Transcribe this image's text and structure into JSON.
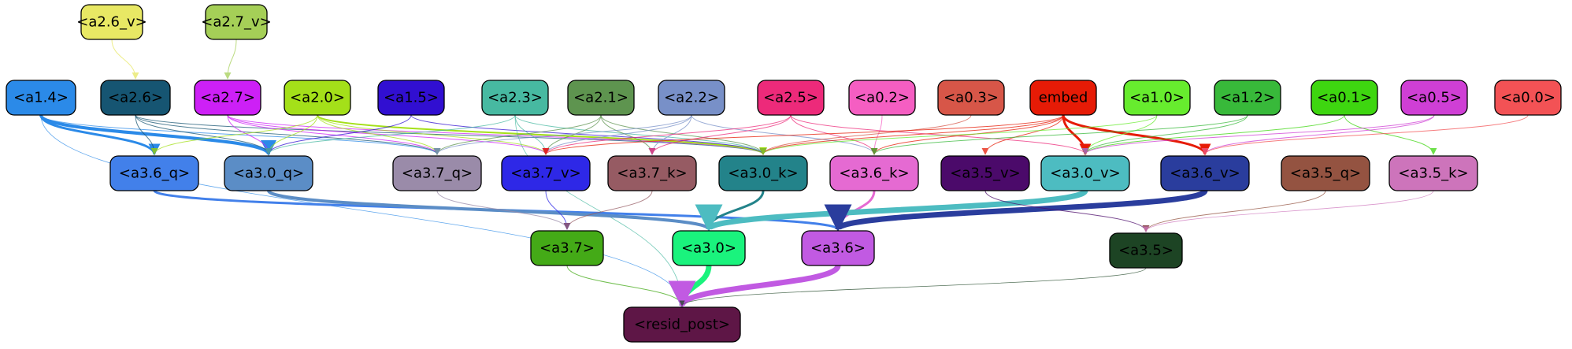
{
  "nodes": [
    {
      "id": "a2_6_v",
      "label": "<a2.6_v>",
      "color": "#e8e864",
      "text": "#000000"
    },
    {
      "id": "a2_7_v",
      "label": "<a2.7_v>",
      "color": "#a5cf57",
      "text": "#000000"
    },
    {
      "id": "a1_4",
      "label": "<a1.4>",
      "color": "#2b8ae8",
      "text": "#000000"
    },
    {
      "id": "a2_6",
      "label": "<a2.6>",
      "color": "#165572",
      "text": "#000000"
    },
    {
      "id": "a2_7",
      "label": "<a2.7>",
      "color": "#cd20f6",
      "text": "#000000"
    },
    {
      "id": "a2_0",
      "label": "<a2.0>",
      "color": "#a4e019",
      "text": "#000000"
    },
    {
      "id": "a1_5",
      "label": "<a1.5>",
      "color": "#310fd1",
      "text": "#000000"
    },
    {
      "id": "a2_3",
      "label": "<a2.3>",
      "color": "#47b9a1",
      "text": "#000000"
    },
    {
      "id": "a2_1",
      "label": "<a2.1>",
      "color": "#5e944f",
      "text": "#000000"
    },
    {
      "id": "a2_2",
      "label": "<a2.2>",
      "color": "#7890c8",
      "text": "#000000"
    },
    {
      "id": "a2_5",
      "label": "<a2.5>",
      "color": "#ed2a7a",
      "text": "#000000"
    },
    {
      "id": "a0_2",
      "label": "<a0.2>",
      "color": "#f55ec2",
      "text": "#000000"
    },
    {
      "id": "a0_3",
      "label": "<a0.3>",
      "color": "#d75648",
      "text": "#000000"
    },
    {
      "id": "embed",
      "label": "embed",
      "color": "#e61b06",
      "text": "#000000"
    },
    {
      "id": "a1_0",
      "label": "<a1.0>",
      "color": "#67ec2e",
      "text": "#000000"
    },
    {
      "id": "a1_2",
      "label": "<a1.2>",
      "color": "#38b93a",
      "text": "#000000"
    },
    {
      "id": "a0_1",
      "label": "<a0.1>",
      "color": "#3ed610",
      "text": "#000000"
    },
    {
      "id": "a0_5",
      "label": "<a0.5>",
      "color": "#cf3fd5",
      "text": "#000000"
    },
    {
      "id": "a0_0",
      "label": "<a0.0>",
      "color": "#f35255",
      "text": "#000000"
    },
    {
      "id": "a3_6_q",
      "label": "<a3.6_q>",
      "color": "#4280ea",
      "text": "#000000"
    },
    {
      "id": "a3_0_q",
      "label": "<a3.0_q>",
      "color": "#5b8dc6",
      "text": "#000000"
    },
    {
      "id": "a3_7_q",
      "label": "<a3.7_q>",
      "color": "#9a8ba9",
      "text": "#000000"
    },
    {
      "id": "a3_7_v",
      "label": "<a3.7_v>",
      "color": "#2e28e7",
      "text": "#000000"
    },
    {
      "id": "a3_7_k",
      "label": "<a3.7_k>",
      "color": "#965b63",
      "text": "#000000"
    },
    {
      "id": "a3_0_k",
      "label": "<a3.0_k>",
      "color": "#23838a",
      "text": "#000000"
    },
    {
      "id": "a3_6_k",
      "label": "<a3.6_k>",
      "color": "#e56ad2",
      "text": "#000000"
    },
    {
      "id": "a3_5_v",
      "label": "<a3.5_v>",
      "color": "#4b0a6a",
      "text": "#000000"
    },
    {
      "id": "a3_0_v",
      "label": "<a3.0_v>",
      "color": "#4dbcc1",
      "text": "#000000"
    },
    {
      "id": "a3_6_v",
      "label": "<a3.6_v>",
      "color": "#2a3d9d",
      "text": "#000000"
    },
    {
      "id": "a3_5_q",
      "label": "<a3.5_q>",
      "color": "#945341",
      "text": "#000000"
    },
    {
      "id": "a3_5_k",
      "label": "<a3.5_k>",
      "color": "#cd74bb",
      "text": "#000000"
    },
    {
      "id": "a3_7",
      "label": "<a3.7>",
      "color": "#44aa17",
      "text": "#000000"
    },
    {
      "id": "a3_0",
      "label": "<a3.0>",
      "color": "#1af37d",
      "text": "#000000"
    },
    {
      "id": "a3_6",
      "label": "<a3.6>",
      "color": "#c15ae2",
      "text": "#000000"
    },
    {
      "id": "a3_5",
      "label": "<a3.5>",
      "color": "#1d4424",
      "text": "#000000"
    },
    {
      "id": "resid_post",
      "label": "<resid_post>",
      "color": "#5e1646",
      "text": "#000000"
    }
  ],
  "edges": [
    {
      "from": "a2_6_v",
      "to": "a2_6",
      "color": "#e8e864",
      "weight": 1
    },
    {
      "from": "a2_7_v",
      "to": "a2_7",
      "color": "#a5cf57",
      "weight": 1
    },
    {
      "from": "a1_4",
      "to": "a3_6_q",
      "color": "#2b8ae8",
      "weight": 3
    },
    {
      "from": "a1_4",
      "to": "a3_0_q",
      "color": "#2b8ae8",
      "weight": 4
    },
    {
      "from": "a1_4",
      "to": "a3_7_q",
      "color": "#2b8ae8",
      "weight": 1
    },
    {
      "from": "a1_4",
      "to": "resid_post",
      "color": "#2b8ae8",
      "weight": 0.6
    },
    {
      "from": "a2_6",
      "to": "a3_6_q",
      "color": "#165572",
      "weight": 1
    },
    {
      "from": "a2_6",
      "to": "a3_0_q",
      "color": "#165572",
      "weight": 1
    },
    {
      "from": "a2_6",
      "to": "a3_7_q",
      "color": "#165572",
      "weight": 1
    },
    {
      "from": "a2_6",
      "to": "a3_0_k",
      "color": "#165572",
      "weight": 1
    },
    {
      "from": "a2_7",
      "to": "a3_0_q",
      "color": "#cd20f6",
      "weight": 1
    },
    {
      "from": "a2_7",
      "to": "a3_7_q",
      "color": "#cd20f6",
      "weight": 1
    },
    {
      "from": "a2_7",
      "to": "a3_7_v",
      "color": "#cd20f6",
      "weight": 1
    },
    {
      "from": "a2_7",
      "to": "a3_0_k",
      "color": "#cd20f6",
      "weight": 1
    },
    {
      "from": "a2_0",
      "to": "a3_6_q",
      "color": "#a4e019",
      "weight": 1
    },
    {
      "from": "a2_0",
      "to": "a3_0_q",
      "color": "#a4e019",
      "weight": 1
    },
    {
      "from": "a2_0",
      "to": "a3_7_q",
      "color": "#a4e019",
      "weight": 1
    },
    {
      "from": "a2_0",
      "to": "a3_7_v",
      "color": "#a4e019",
      "weight": 1
    },
    {
      "from": "a2_0",
      "to": "a3_0_k",
      "color": "#a4e019",
      "weight": 2
    },
    {
      "from": "a1_5",
      "to": "a3_0_q",
      "color": "#310fd1",
      "weight": 1
    },
    {
      "from": "a1_5",
      "to": "a3_0_k",
      "color": "#310fd1",
      "weight": 1
    },
    {
      "from": "a2_3",
      "to": "a3_0_q",
      "color": "#47b9a1",
      "weight": 1
    },
    {
      "from": "a2_3",
      "to": "a3_7_v",
      "color": "#47b9a1",
      "weight": 1
    },
    {
      "from": "a2_3",
      "to": "a3_0_k",
      "color": "#47b9a1",
      "weight": 1
    },
    {
      "from": "a2_3",
      "to": "resid_post",
      "color": "#47b9a1",
      "weight": 0.6
    },
    {
      "from": "a2_1",
      "to": "a3_7_q",
      "color": "#5e944f",
      "weight": 1
    },
    {
      "from": "a2_1",
      "to": "a3_7_v",
      "color": "#5e944f",
      "weight": 1
    },
    {
      "from": "a2_1",
      "to": "a3_7_k",
      "color": "#5e944f",
      "weight": 1
    },
    {
      "from": "a2_1",
      "to": "a3_0_k",
      "color": "#5e944f",
      "weight": 1
    },
    {
      "from": "a2_2",
      "to": "a3_7_q",
      "color": "#7890c8",
      "weight": 1
    },
    {
      "from": "a2_2",
      "to": "a3_7_v",
      "color": "#7890c8",
      "weight": 1
    },
    {
      "from": "a2_2",
      "to": "a3_7_k",
      "color": "#7890c8",
      "weight": 1
    },
    {
      "from": "a2_2",
      "to": "a3_6_k",
      "color": "#7890c8",
      "weight": 1
    },
    {
      "from": "a2_5",
      "to": "a3_7_v",
      "color": "#ed2a7a",
      "weight": 1
    },
    {
      "from": "a2_5",
      "to": "a3_7_k",
      "color": "#ed2a7a",
      "weight": 1
    },
    {
      "from": "a2_5",
      "to": "a3_6_k",
      "color": "#ed2a7a",
      "weight": 1
    },
    {
      "from": "a2_5",
      "to": "a3_0_v",
      "color": "#ed2a7a",
      "weight": 1
    },
    {
      "from": "a0_2",
      "to": "a3_6_k",
      "color": "#f55ec2",
      "weight": 1
    },
    {
      "from": "a0_3",
      "to": "a3_0_k",
      "color": "#d75648",
      "weight": 1
    },
    {
      "from": "embed",
      "to": "a3_7_v",
      "color": "#e61b06",
      "weight": 1
    },
    {
      "from": "embed",
      "to": "a3_0_k",
      "color": "#e61b06",
      "weight": 1
    },
    {
      "from": "embed",
      "to": "a3_6_k",
      "color": "#e61b06",
      "weight": 1
    },
    {
      "from": "embed",
      "to": "a3_5_v",
      "color": "#e61b06",
      "weight": 1
    },
    {
      "from": "embed",
      "to": "a3_0_v",
      "color": "#e61b06",
      "weight": 3
    },
    {
      "from": "embed",
      "to": "a3_6_v",
      "color": "#e61b06",
      "weight": 3
    },
    {
      "from": "a1_0",
      "to": "a3_0_v",
      "color": "#67ec2e",
      "weight": 1
    },
    {
      "from": "a1_0",
      "to": "a3_0_k",
      "color": "#67ec2e",
      "weight": 1
    },
    {
      "from": "a1_2",
      "to": "a3_6_k",
      "color": "#38b93a",
      "weight": 1
    },
    {
      "from": "a1_2",
      "to": "a3_0_v",
      "color": "#38b93a",
      "weight": 1
    },
    {
      "from": "a0_1",
      "to": "a3_0_v",
      "color": "#3ed610",
      "weight": 1
    },
    {
      "from": "a0_1",
      "to": "a3_5_k",
      "color": "#3ed610",
      "weight": 1
    },
    {
      "from": "a0_5",
      "to": "a3_0_v",
      "color": "#cf3fd5",
      "weight": 1
    },
    {
      "from": "a0_5",
      "to": "a3_6_v",
      "color": "#cf3fd5",
      "weight": 1
    },
    {
      "from": "a0_0",
      "to": "a3_6_v",
      "color": "#f35255",
      "weight": 1
    },
    {
      "from": "a3_6_q",
      "to": "a3_6",
      "color": "#4280ea",
      "weight": 3
    },
    {
      "from": "a3_0_q",
      "to": "a3_0",
      "color": "#5b8dc6",
      "weight": 4
    },
    {
      "from": "a3_7_q",
      "to": "a3_7",
      "color": "#9a8ba9",
      "weight": 1
    },
    {
      "from": "a3_7_v",
      "to": "a3_7",
      "color": "#2e28e7",
      "weight": 1
    },
    {
      "from": "a3_7_k",
      "to": "a3_7",
      "color": "#965b63",
      "weight": 1
    },
    {
      "from": "a3_0_k",
      "to": "a3_0",
      "color": "#23838a",
      "weight": 3
    },
    {
      "from": "a3_6_k",
      "to": "a3_6",
      "color": "#e56ad2",
      "weight": 3
    },
    {
      "from": "a3_0_v",
      "to": "a3_0",
      "color": "#4dbcc1",
      "weight": 7
    },
    {
      "from": "a3_6_v",
      "to": "a3_6",
      "color": "#2a3d9d",
      "weight": 7
    },
    {
      "from": "a3_5_v",
      "to": "a3_5",
      "color": "#4b0a6a",
      "weight": 1
    },
    {
      "from": "a3_5_q",
      "to": "a3_5",
      "color": "#945341",
      "weight": 1
    },
    {
      "from": "a3_5_k",
      "to": "a3_5",
      "color": "#cd74bb",
      "weight": 0.6
    },
    {
      "from": "a3_7",
      "to": "resid_post",
      "color": "#44aa17",
      "weight": 1
    },
    {
      "from": "a3_0",
      "to": "resid_post",
      "color": "#1af37d",
      "weight": 7
    },
    {
      "from": "a3_6",
      "to": "resid_post",
      "color": "#c15ae2",
      "weight": 7
    },
    {
      "from": "a3_5",
      "to": "resid_post",
      "color": "#1d4424",
      "weight": 0.6
    }
  ]
}
